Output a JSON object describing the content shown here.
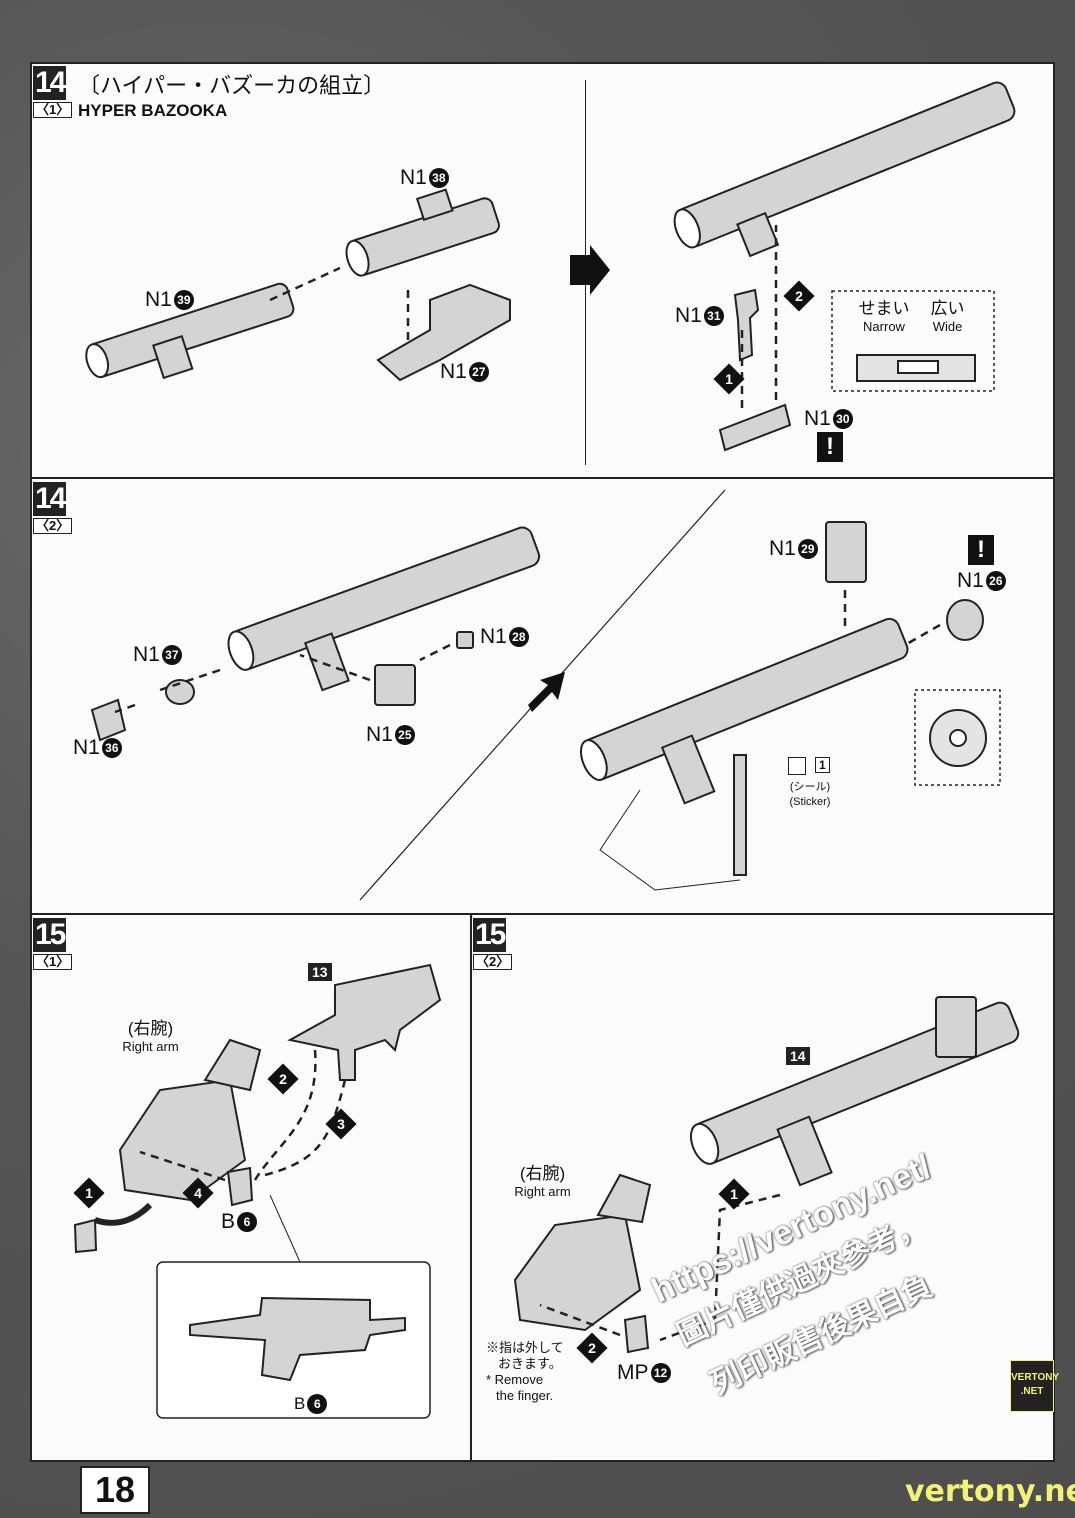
{
  "page_number": "18",
  "steps": {
    "s14_1": {
      "step": "14",
      "sub": "〈1〉",
      "title_jp": "〔ハイパー・バズーカの組立〕",
      "title_en": "HYPER BAZOOKA"
    },
    "s14_2": {
      "step": "14",
      "sub": "〈2〉"
    },
    "s15_1": {
      "step": "15",
      "sub": "〈1〉"
    },
    "s15_2": {
      "step": "15",
      "sub": "〈2〉"
    }
  },
  "parts": {
    "p38": {
      "runner": "N1",
      "num": "38"
    },
    "p39": {
      "runner": "N1",
      "num": "39"
    },
    "p27": {
      "runner": "N1",
      "num": "27"
    },
    "p31": {
      "runner": "N1",
      "num": "31"
    },
    "p30": {
      "runner": "N1",
      "num": "30"
    },
    "p37": {
      "runner": "N1",
      "num": "37"
    },
    "p28": {
      "runner": "N1",
      "num": "28"
    },
    "p25": {
      "runner": "N1",
      "num": "25"
    },
    "p36": {
      "runner": "N1",
      "num": "36"
    },
    "p29": {
      "runner": "N1",
      "num": "29"
    },
    "p26": {
      "runner": "N1",
      "num": "26"
    },
    "b6a": {
      "runner": "B",
      "num": "6"
    },
    "b6b": {
      "runner": "B",
      "num": "6"
    },
    "mp12": {
      "runner": "MP",
      "num": "12"
    }
  },
  "labels": {
    "narrow_jp": "せまい",
    "narrow_en": "Narrow",
    "wide_jp": "広い",
    "wide_en": "Wide",
    "sticker_num": "1",
    "sticker_jp": "(シール)",
    "sticker_en": "(Sticker)",
    "right_arm_jp": "(右腕)",
    "right_arm_en": "Right arm",
    "ref13": "13",
    "ref14": "14",
    "warn": "!",
    "remove_jp1": "※指は外して",
    "remove_jp2": "おきます。",
    "remove_en1": "* Remove",
    "remove_en2": "the finger."
  },
  "order": {
    "n1": "1",
    "n2": "2",
    "n3": "3",
    "n4": "4"
  },
  "watermark": {
    "url": "https://vertony.net/",
    "line1": "圖片僅供過夾參考，",
    "line2": "列印販售後果自負",
    "site": "vertony.net",
    "badge_top": "VERTONY",
    "badge_bottom": ".NET"
  },
  "colors": {
    "part_fill": "#d4d4d4",
    "ink": "#222222",
    "watermark_yellow": "#f2f27a"
  }
}
